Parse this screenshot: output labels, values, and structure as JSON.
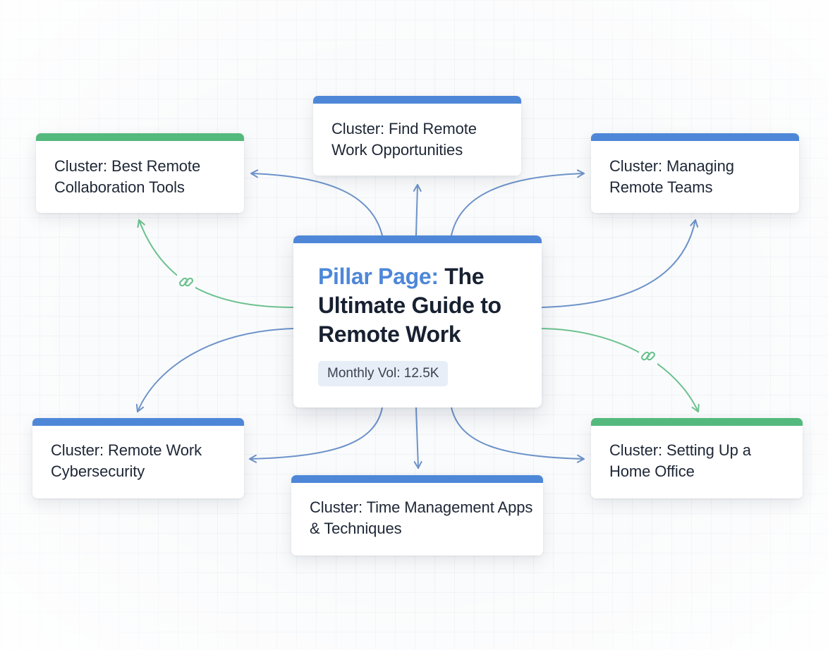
{
  "pillar": {
    "prefix": "Pillar Page:",
    "title": " The Ultimate Guide to Remote Work",
    "badge": "Monthly Vol: 12.5K"
  },
  "clusters": [
    {
      "id": "find-opportunities",
      "label": "Cluster: Find Remote Work Opportunities",
      "accent": "blue"
    },
    {
      "id": "collaboration-tools",
      "label": "Cluster: Best Remote Collaboration Tools",
      "accent": "green"
    },
    {
      "id": "managing-teams",
      "label": "Cluster: Managing Remote Teams",
      "accent": "blue"
    },
    {
      "id": "cybersecurity",
      "label": "Cluster: Remote Work Cybersecurity",
      "accent": "blue"
    },
    {
      "id": "time-management",
      "label": "Cluster: Time Management Apps & Techniques",
      "accent": "blue"
    },
    {
      "id": "home-office",
      "label": "Cluster: Setting Up a Home Office",
      "accent": "green"
    }
  ],
  "colors": {
    "blue_accent": "#4e87d8",
    "green_accent": "#54b97c",
    "blue_connector": "#6d93c9",
    "green_connector": "#6cc28f",
    "text": "#1e2736"
  },
  "icons": {
    "connection": "link-icon"
  }
}
